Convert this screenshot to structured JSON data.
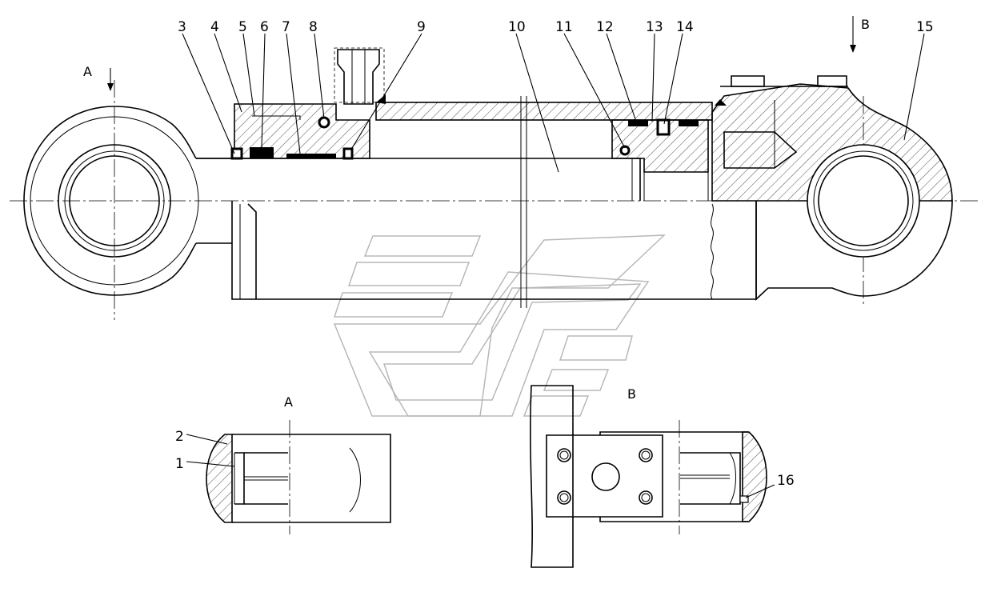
{
  "view_labels": {
    "a_main": "A",
    "b_main": "B",
    "a_detail": "A",
    "b_detail": "B"
  },
  "callouts": [
    "1",
    "2",
    "3",
    "4",
    "5",
    "6",
    "7",
    "8",
    "9",
    "10",
    "11",
    "12",
    "13",
    "14",
    "15",
    "16"
  ]
}
